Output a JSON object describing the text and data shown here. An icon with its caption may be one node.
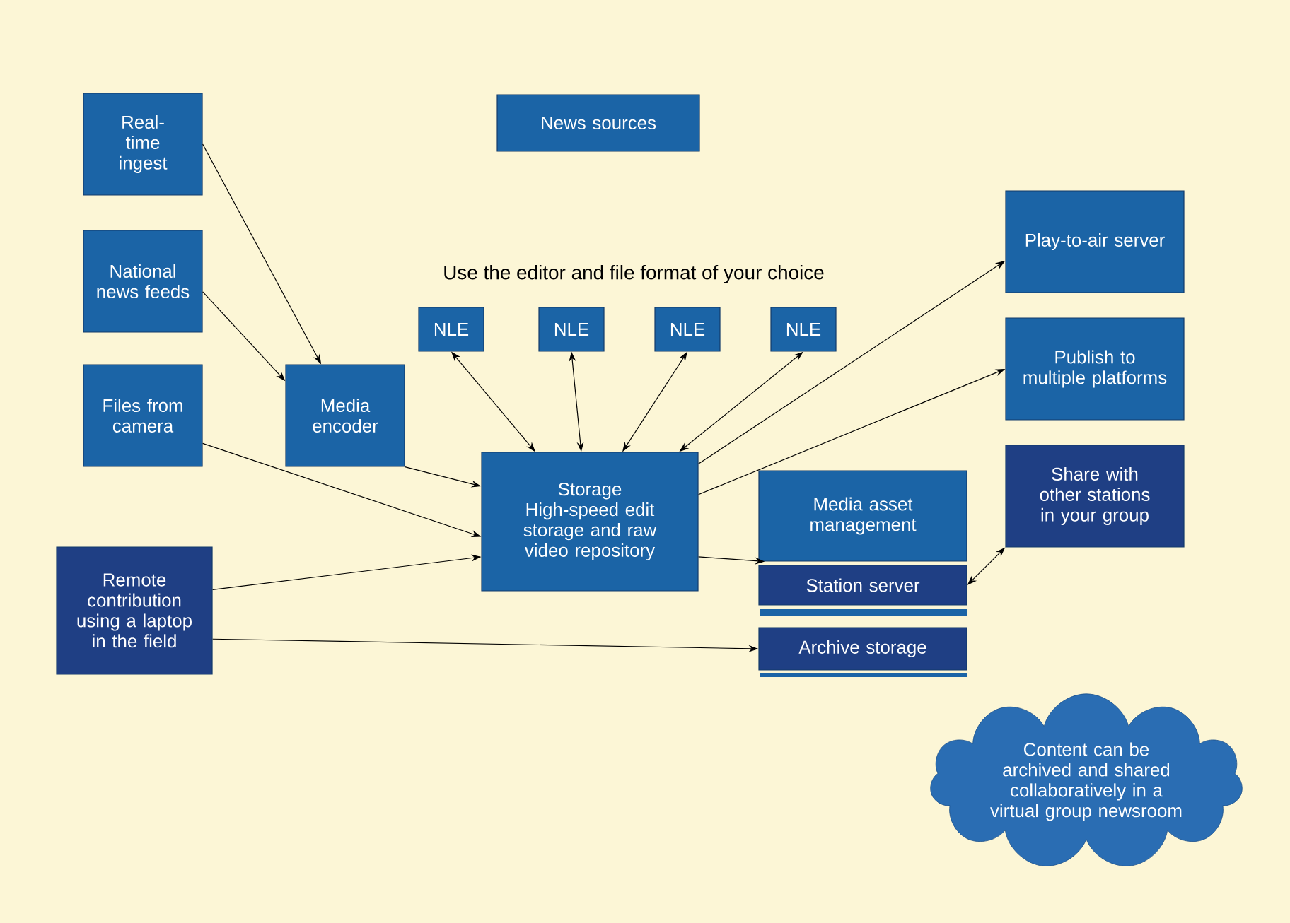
{
  "diagram": {
    "nodes": [
      {
        "text": [
          "Real-time ingest"
        ]
      },
      {
        "text": [
          "National news feeds"
        ]
      },
      {
        "text": [
          "Files from camera"
        ]
      },
      {
        "text": [
          "Remote contribution using a laptop in the field"
        ]
      },
      {
        "text": [
          "Media encoder"
        ]
      },
      {
        "text": [
          "News sources"
        ]
      },
      {
        "text": [
          "NLE"
        ]
      },
      {
        "text": [
          "NLE"
        ]
      },
      {
        "text": [
          "NLE"
        ]
      },
      {
        "text": [
          "NLE"
        ]
      },
      {
        "text": [
          "Storage",
          "High-speed edit storage and raw video repository"
        ]
      },
      {
        "text": [
          "Media asset management"
        ]
      },
      {
        "text": [
          "Station server"
        ]
      },
      {
        "text": [
          "Archive storage"
        ]
      },
      {
        "text": [
          "Play-to-air server"
        ]
      },
      {
        "text": [
          "Publish to multiple platforms"
        ]
      },
      {
        "text": [
          "Share with other stations in your group"
        ]
      },
      {
        "text": [
          "Content can be archived and shared collaboratively in a virtual group newsroom"
        ]
      }
    ],
    "edges": [
      {
        "from": 0,
        "to": 4,
        "arrow": "to"
      },
      {
        "from": 1,
        "to": 4,
        "arrow": "to"
      },
      {
        "from": 4,
        "to": 10,
        "arrow": "to"
      },
      {
        "from": 2,
        "to": 10,
        "arrow": "to"
      },
      {
        "from": 3,
        "to": 10,
        "arrow": "to"
      },
      {
        "from": 3,
        "to": 13,
        "arrow": "to"
      },
      {
        "from": 10,
        "to": 6,
        "arrow": "both"
      },
      {
        "from": 10,
        "to": 7,
        "arrow": "both"
      },
      {
        "from": 10,
        "to": 8,
        "arrow": "both"
      },
      {
        "from": 10,
        "to": 9,
        "arrow": "both"
      },
      {
        "from": 10,
        "to": 14,
        "arrow": "to"
      },
      {
        "from": 10,
        "to": 15,
        "arrow": "to"
      },
      {
        "from": 10,
        "to": 11,
        "arrow": "to"
      },
      {
        "from": 12,
        "to": 16,
        "arrow": "both"
      }
    ],
    "labels": [
      "Use the editor and file format of your choice"
    ]
  }
}
